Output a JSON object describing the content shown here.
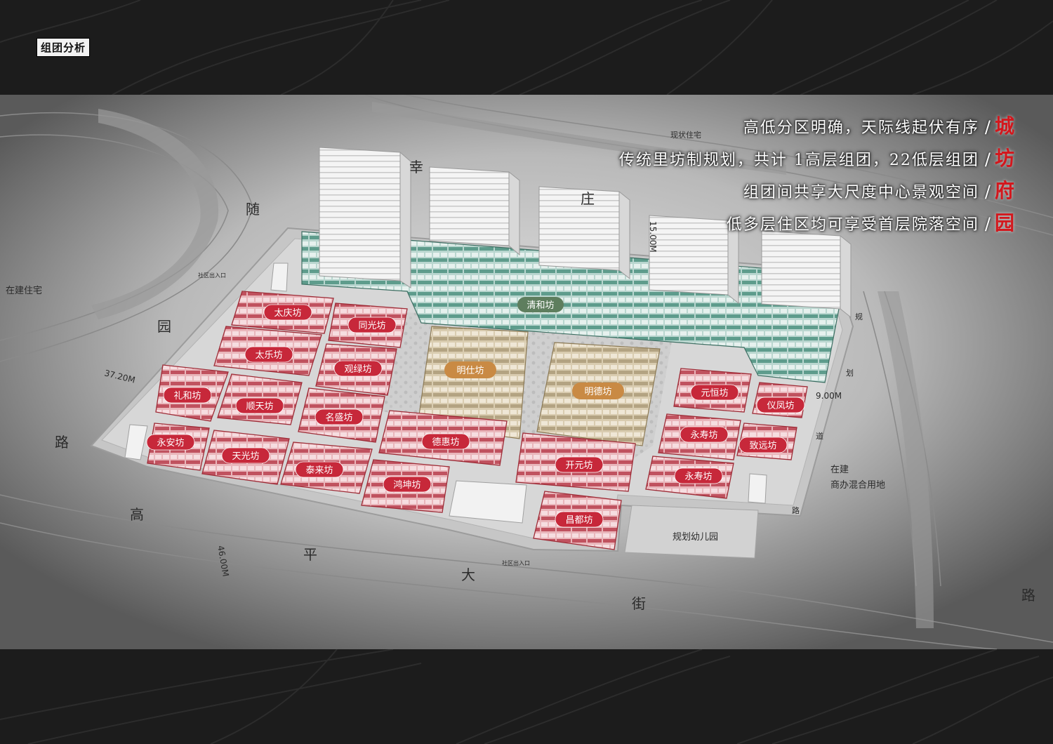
{
  "header": {
    "title": "组团分析"
  },
  "slogans": [
    {
      "text": "高低分区明确，天际线起伏有序",
      "key": "城"
    },
    {
      "text": "传统里坊制规划，共计 1高层组团，22低层组团",
      "key": "坊"
    },
    {
      "text": "组团间共享大尺度中心景观空间",
      "key": "府"
    },
    {
      "text": "低多层住区均可享受首层院落空间",
      "key": "园"
    }
  ],
  "roads": {
    "left": [
      "随",
      "园",
      "路"
    ],
    "top": [
      "幸",
      "庄"
    ],
    "bottom": [
      "高",
      "平",
      "大",
      "街"
    ],
    "right_edge": "路",
    "planned_road": [
      "规",
      "划",
      "道",
      "路"
    ],
    "widths": {
      "left": "37.20M",
      "bottom": "46.00M",
      "right": "9.00M",
      "top": "15.00M"
    }
  },
  "site_labels": {
    "west": "在建住宅",
    "north": "现状住宅",
    "kindergarten": "规划幼儿园",
    "east_line1": "在建",
    "east_line2": "商办混合用地",
    "entry_west": "社区出入口",
    "entry_south": "社区出入口"
  },
  "clusters": {
    "highrise": "清和坊",
    "center": [
      "明仕坊",
      "明德坊"
    ],
    "lowrise": [
      "太庆坊",
      "同光坊",
      "太乐坊",
      "观绿坊",
      "礼和坊",
      "顺天坊",
      "名盛坊",
      "永安坊",
      "天光坊",
      "泰来坊",
      "鸿坤坊",
      "德惠坊",
      "开元坊",
      "昌都坊",
      "元恒坊",
      "仪凤坊",
      "永寿坊",
      "致远坊",
      "永寿坊"
    ]
  },
  "colors": {
    "lowrise": "#c7283a",
    "highrise": "#5e7e5e",
    "center": "#c98a44",
    "accent": "#d3171d"
  }
}
